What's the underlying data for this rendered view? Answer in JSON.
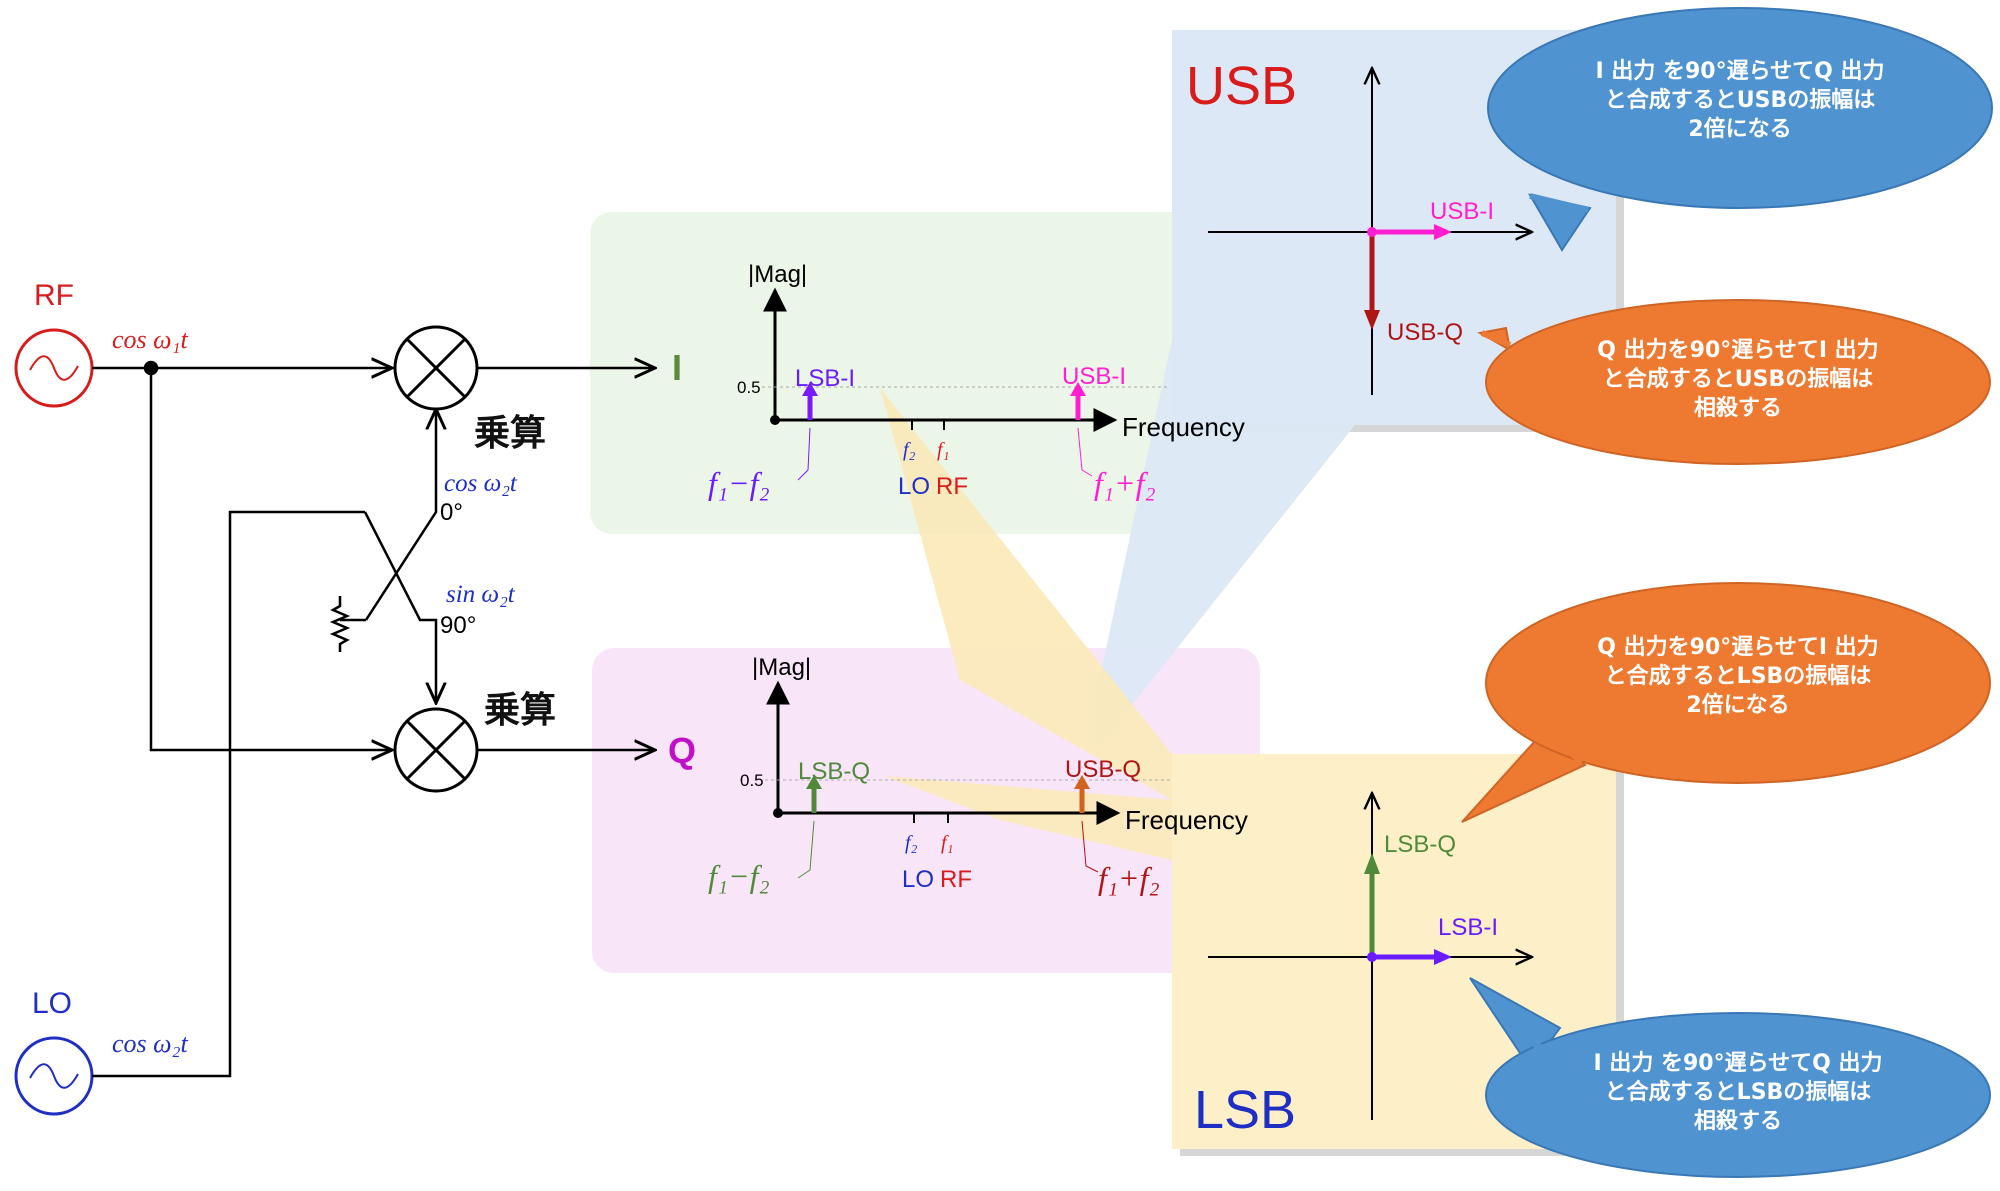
{
  "rf": {
    "label": "RF",
    "signal": "cos ω₁t"
  },
  "lo": {
    "label": "LO",
    "signal": "cos ω₂t"
  },
  "hybrid": {
    "cos_out": "cos ω₂t",
    "cos_phase": "0°",
    "sin_out": "sin ω₂t",
    "sin_phase": "90°"
  },
  "mixer_label": "乗算",
  "outputs": {
    "i": "I",
    "q": "Q"
  },
  "spectrum": {
    "y_label": "|Mag|",
    "x_label": "Frequency",
    "tick_value": "0.5",
    "lower_label": "f₁−f₂",
    "upper_label": "f₁+f₂",
    "lo_freq": "f₂",
    "rf_freq": "f₁",
    "lo_name": "LO",
    "rf_name": "RF",
    "i_lsb": "LSB-I",
    "i_usb": "USB-I",
    "q_lsb": "LSB-Q",
    "q_usb": "USB-Q"
  },
  "usb_panel": {
    "title": "USB",
    "usb_i": "USB-I",
    "usb_q": "USB-Q",
    "callout_top": [
      "I 出力 を90°遅らせてQ 出力",
      "と合成するとUSBの振幅は",
      "2倍になる"
    ],
    "callout_bottom": [
      "Q 出力を90°遅らせてI 出力",
      "と合成するとUSBの振幅は",
      "相殺する"
    ]
  },
  "lsb_panel": {
    "title": "LSB",
    "lsb_q": "LSB-Q",
    "lsb_i": "LSB-I",
    "callout_top": [
      "Q 出力を90°遅らせてI 出力",
      "と合成するとLSBの振幅は",
      "2倍になる"
    ],
    "callout_bottom": [
      "I 出力 を90°遅らせてQ 出力",
      "と合成するとLSBの振幅は",
      "相殺する"
    ]
  },
  "colors": {
    "rf": "#d81b1b",
    "lo": "#1f2fc4",
    "i_out": "#5a8a3a",
    "q_out": "#c010c8",
    "usb_i": "#ff1fd0",
    "usb_q": "#b01515",
    "lsb_i": "#6a1bff",
    "lsb_q": "#4f8a3a",
    "callout_blue": "#4f93d1",
    "callout_orange": "#ee7a32"
  }
}
